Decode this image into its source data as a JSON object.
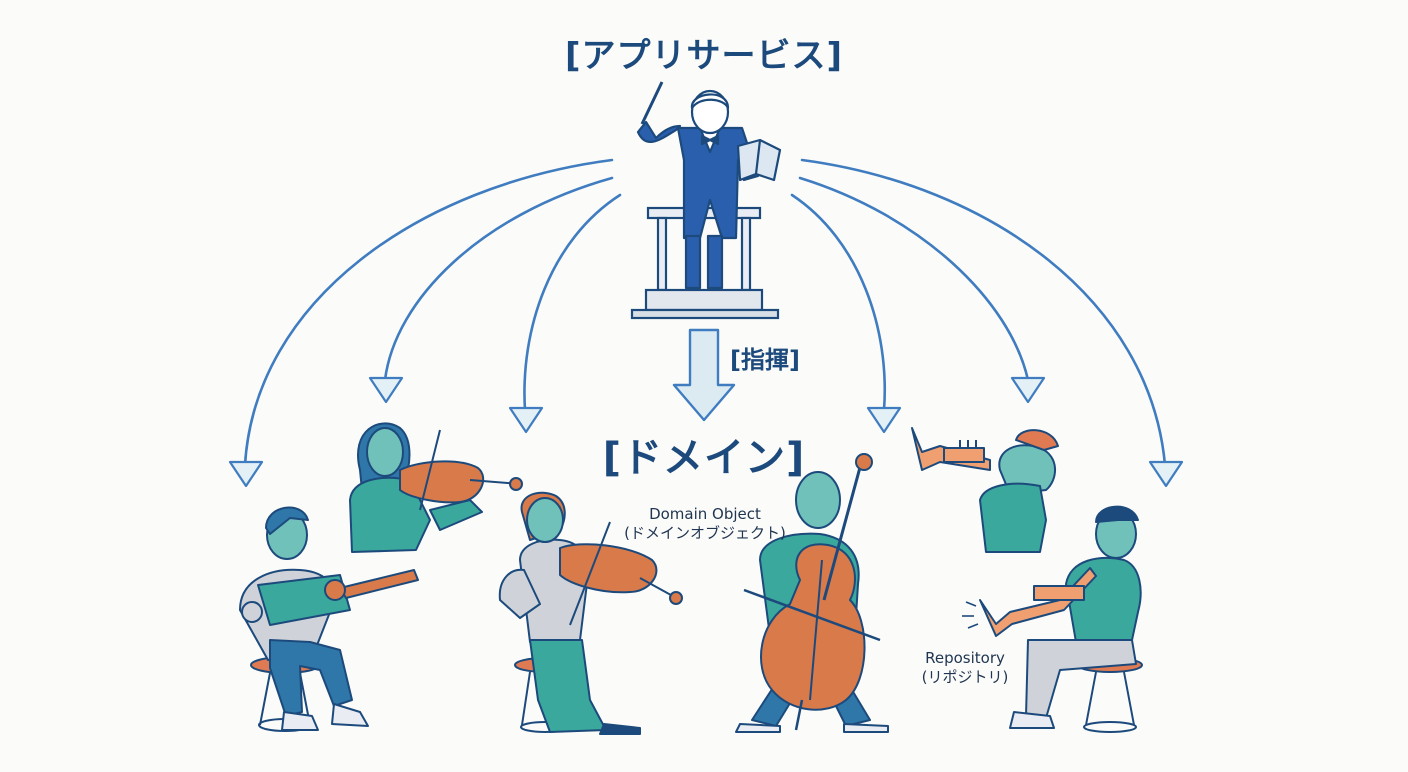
{
  "layers": {
    "app_service": "[アプリサービス]",
    "command": "[指揮]",
    "domain": "[ドメイン]"
  },
  "domain_object": {
    "label": "Domain Object",
    "label_jp": "(ドメインオブジェクト)"
  },
  "repository": {
    "label": "Repository",
    "label_jp": "(リポジトリ)"
  },
  "colors": {
    "navy": "#1d4a7c",
    "conductor_blue": "#2a5fae",
    "arrow_blue": "#3f7cc0",
    "teal": "#3aa89c",
    "orange_instrument": "#d87a4a",
    "grey_shirt": "#cfd3d9",
    "skin": "#6fc1ba"
  },
  "icons": [
    "conductor-icon",
    "violin-icon",
    "cello-icon",
    "trumpet-icon",
    "horn-icon",
    "podium-icon",
    "arrow-down-icon"
  ]
}
